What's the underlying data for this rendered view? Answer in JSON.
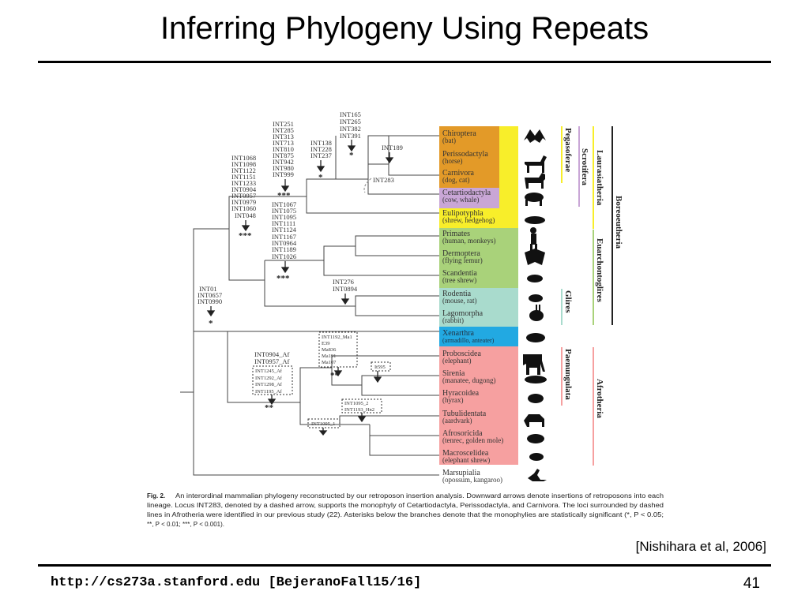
{
  "title": "Inferring Phylogeny Using Repeats",
  "citation": "[Nishihara et al, 2006]",
  "footer": {
    "url": "http://cs273a.stanford.edu [BejeranoFall15/16]",
    "page": "41"
  },
  "colors": {
    "laurasia_orange": "#e39a28",
    "cetart_purple": "#c9a6d6",
    "eulipo_yellow": "#f8ee2a",
    "euarchonto_green": "#a9d27a",
    "glires_teal": "#a9dbcd",
    "xenarthra_blue": "#22a9e2",
    "afrotheria_pink": "#f6a0a0"
  },
  "taxa": [
    {
      "name": "Chiroptera",
      "common": "(bat)"
    },
    {
      "name": "Perissodactyla",
      "common": "(horse)"
    },
    {
      "name": "Carnivora",
      "common": "(dog, cat)"
    },
    {
      "name": "Cetartiodactyla",
      "common": "(cow, whale)"
    },
    {
      "name": "Eulipotyphla",
      "common": "(shrew, hedgehog)"
    },
    {
      "name": "Primates",
      "common": "(human, monkeys)"
    },
    {
      "name": "Dermoptera",
      "common": "(flying lemur)"
    },
    {
      "name": "Scandentia",
      "common": "(tree shrew)"
    },
    {
      "name": "Rodentia",
      "common": "(mouse, rat)"
    },
    {
      "name": "Lagomorpha",
      "common": "(rabbit)"
    },
    {
      "name": "Xenarthra",
      "common": "(armadillo, anteater)"
    },
    {
      "name": "Proboscidea",
      "common": "(elephant)"
    },
    {
      "name": "Sirenia",
      "common": "(manatee, dugong)"
    },
    {
      "name": "Hyracoidea",
      "common": "(hyrax)"
    },
    {
      "name": "Tubulidentata",
      "common": "(aardvark)"
    },
    {
      "name": "Afrosoricida",
      "common": "(tenrec, golden mole)"
    },
    {
      "name": "Macroscelidea",
      "common": "(elephant shrew)"
    },
    {
      "name": "Marsupialia",
      "common": "(opossum, kangaroo)"
    }
  ],
  "clades": {
    "pegasoferae": "Pegasoferae",
    "scrotifera": "Scrotifera",
    "laurasiatheria": "Laurasiatheria",
    "boreoeutheria": "Boreoeutheria",
    "euarchontoglires": "Euarchontoglires",
    "glires": "Glires",
    "paenungulata": "Paenungulata",
    "afrotheria": "Afrotheria"
  },
  "loci": {
    "g1": [
      "INT165",
      "INT265",
      "INT382",
      "INT391"
    ],
    "g2": [
      "INT251",
      "INT285",
      "INT313",
      "INT713",
      "INT810",
      "INT875",
      "INT942",
      "INT980",
      "INT999"
    ],
    "g3": [
      "INT138",
      "INT228",
      "INT237"
    ],
    "g4": [
      "INT189"
    ],
    "g5": [
      "INT283"
    ],
    "g6": [
      "INT1068",
      "INT1098",
      "INT1122",
      "INT1151",
      "INT1233",
      "INT0904",
      "INT0957",
      "INT0979",
      "INT1060",
      "INT048"
    ],
    "g7": [
      "INT1067",
      "INT1075",
      "INT1095",
      "INT1111",
      "INT1124",
      "INT1167",
      "INT0964",
      "INT1189",
      "INT1026"
    ],
    "g8": [
      "INT276",
      "INT0894"
    ],
    "g9": [
      "INT01",
      "INT0657",
      "INT0990"
    ],
    "g10": [
      "INT1192_Ma1",
      "E39",
      "Ma836",
      "Ma191",
      "Ma107"
    ],
    "g11": [
      "INT0904_Af",
      "INT0957_Af"
    ],
    "g12": [
      "INT1245_Af",
      "INT1292_Af",
      "INT1298_Af",
      "INT1195_Af"
    ],
    "g13": [
      "It595"
    ],
    "g14": [
      "INT1095_2",
      "INT1193_Hn2"
    ],
    "g15": [
      "INT1095_1"
    ]
  },
  "stars": {
    "s1": "*",
    "s2": "***",
    "s3": "*",
    "s4": "***",
    "s5": "***",
    "s6": "*",
    "s7": "**",
    "s8": "**"
  },
  "caption": {
    "label": "Fig. 2.",
    "lines": [
      "An interordinal mammalian phylogeny reconstructed by our retroposon insertion analysis. Downward arrows denote insertions of retroposons into each",
      "lineage. Locus INT283, denoted by a dashed arrow, supports the monophyly of Cetartiodactyla, Perissodactyla, and Carnivora. The loci surrounded by dashed",
      "lines in Afrotheria were identified in our previous study (22). Asterisks below the branches denote that the monophylies are statistically significant (*, P < 0.05;",
      "**, P < 0.01; ***, P < 0.001)."
    ]
  }
}
